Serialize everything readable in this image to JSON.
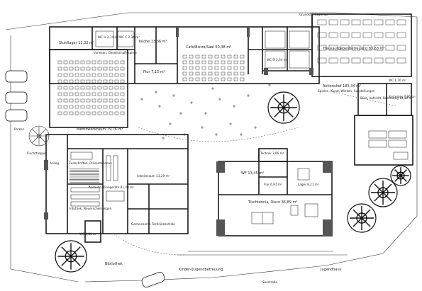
{
  "rooms": {
    "stuhllager": "Stuhllager 12,32 m²",
    "kueche": "Küche 13,36 m²",
    "cafe": "Café/Bistro/Saal 50,38 m²",
    "hausaufgaben": "Hausaufgabenbetreuung 83,63 m²",
    "flur_top": "Flur 7,15 m²",
    "mehrzweckraum": "Mehrzweckraum 79,76 m²",
    "aktionshof": "Aktionshof 183,34 m²",
    "aktionshof_sub": "Spielen, Kunst, Werken, Ausstellungen",
    "buero": "Büro, Aufsicht, Betreuung 14,30 m²",
    "kostenlos": "Kostenlos 7,86 m²",
    "wc_right": "WC 1,70 m²",
    "arbeitsraum": "Arbeitsraum 13,29 m²",
    "technik": "Technik 3,66 m²",
    "wf": "WF 13,45 m²",
    "flur_mid": "Flur 6,91 m²",
    "lager": "Lager 8,21 m²",
    "tischtennis": "Tischtennis, Disco 36,89 m²",
    "zeitschriften": "Zeitschriften, Präsentationen",
    "ausleihe": "Ausleihe, Kinogeräte 81,49 m²",
    "infothek": "Infothek, Neuerscheinungen",
    "wc_left": "WC 2,80 m²",
    "gemeinsame": "Gemeinsame Technikzentrale",
    "wc_block": "WC D 2,34 m²",
    "wc_block2": "WC H 2,14 m²",
    "wc_c": "WC C 2,34 m²",
    "vorlesen": "vorlesen, Gesellschaftsspiele"
  },
  "labels": {
    "parken": "Parken",
    "kinder_jugend": "Kinder-/Jugendbetreuung",
    "jugendhaus": "Jugendhaus",
    "bibliothek": "Bibliothek",
    "grundstuecksgrenze": "Grundstücksgrenze",
    "seestrasse": "Seestraße",
    "fluchttreppe": "Fluchttreppe",
    "anlieg": "Anlieg."
  }
}
